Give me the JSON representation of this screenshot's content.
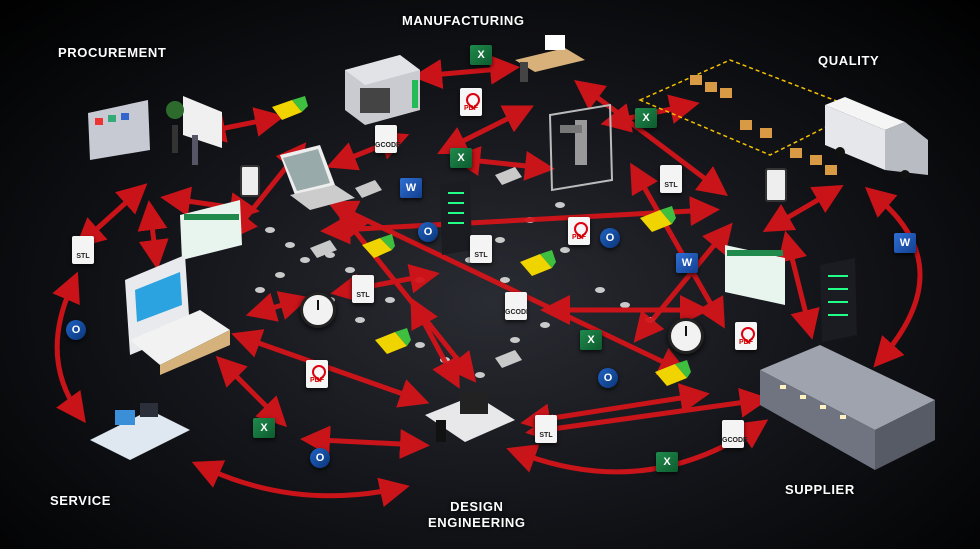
{
  "labels": {
    "procurement": "PROCUREMENT",
    "manufacturing": "MANUFACTURING",
    "quality": "QUALITY",
    "service": "SERVICE",
    "design_line1": "DESIGN",
    "design_line2": "ENGINEERING",
    "supplier": "SUPPLIER"
  },
  "file_badges": {
    "stl": "STL",
    "pdf": "PDF",
    "gcode": "GCODE",
    "excel": "X",
    "word": "W",
    "outlook": "O"
  },
  "colors": {
    "arrow": "#d3141a",
    "background": "#141519",
    "label": "#ffffff"
  },
  "icons": [
    "stl-file-icon",
    "pdf-file-icon",
    "gcode-file-icon",
    "excel-icon",
    "word-icon",
    "outlook-icon",
    "clock-icon",
    "usb-icon",
    "cube-icon"
  ]
}
